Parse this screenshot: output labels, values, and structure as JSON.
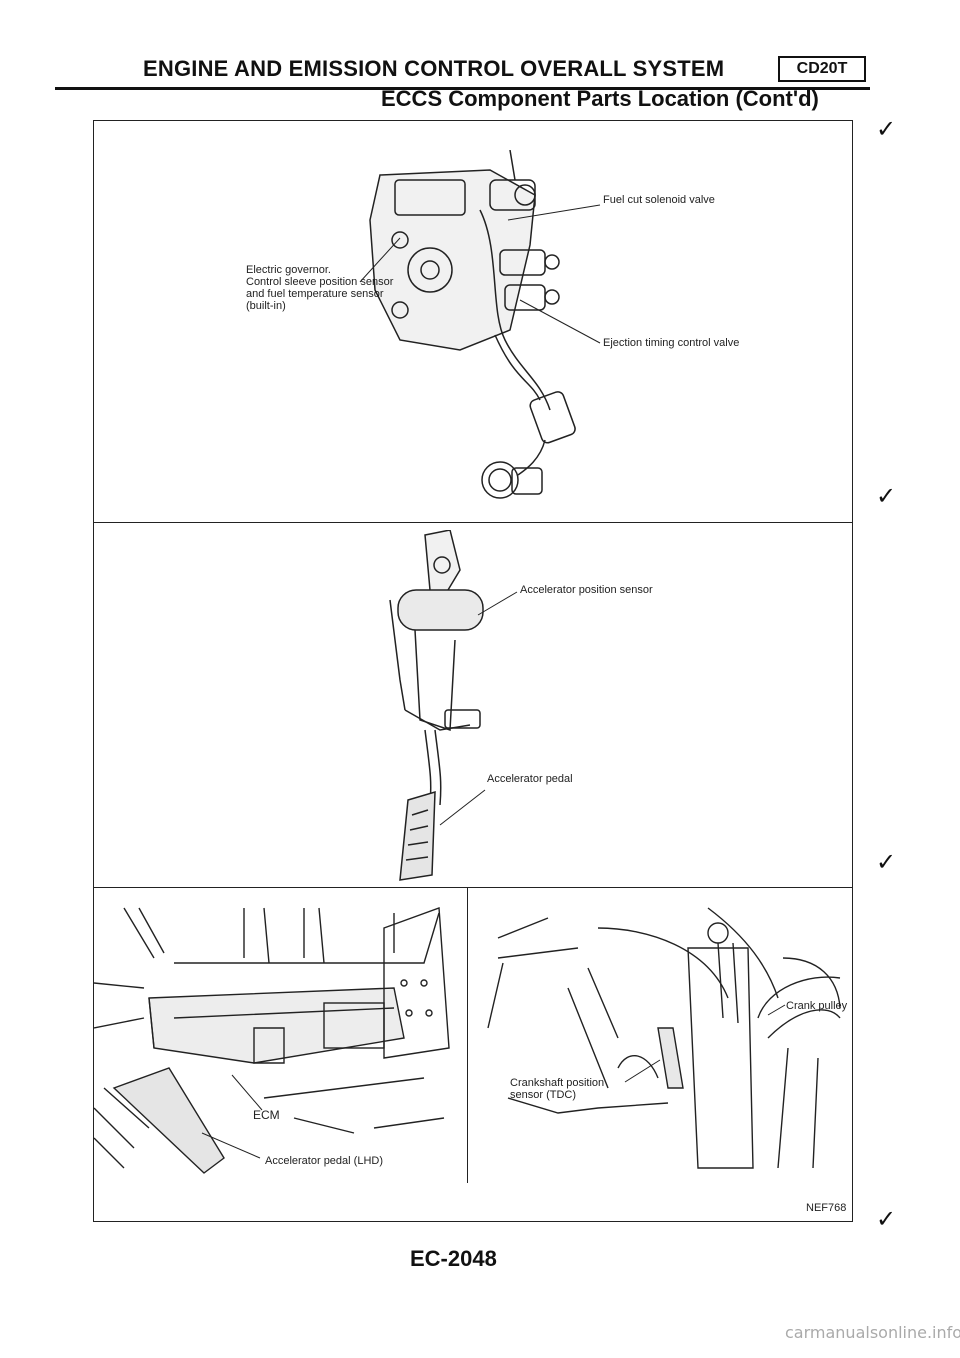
{
  "header": {
    "title": "ENGINE AND EMISSION CONTROL OVERALL SYSTEM",
    "badge": "CD20T",
    "subtitle": "ECCS Component Parts Location (Cont'd)"
  },
  "panel_top": {
    "labels": {
      "fuel_cut": "Fuel cut solenoid valve",
      "governor_1": "Electric governor.",
      "governor_2": "Control sleeve position sensor",
      "governor_3": "and fuel temperature sensor",
      "governor_4": "(built-in)",
      "ejection": "Ejection timing control valve"
    }
  },
  "panel_middle": {
    "labels": {
      "aps": "Accelerator position sensor",
      "pedal": "Accelerator pedal"
    }
  },
  "panel_bottom_left": {
    "labels": {
      "ecm": "ECM",
      "pedal_lhd": "Accelerator pedal (LHD)"
    }
  },
  "panel_bottom_right": {
    "labels": {
      "pulley": "Crank pulley",
      "ckp_1": "Crankshaft position",
      "ckp_2": "sensor (TDC)"
    }
  },
  "figure_code": "NEF768",
  "page_number": "EC-2048",
  "footer": "carmanualsonline.info",
  "margin_mark": "✓"
}
